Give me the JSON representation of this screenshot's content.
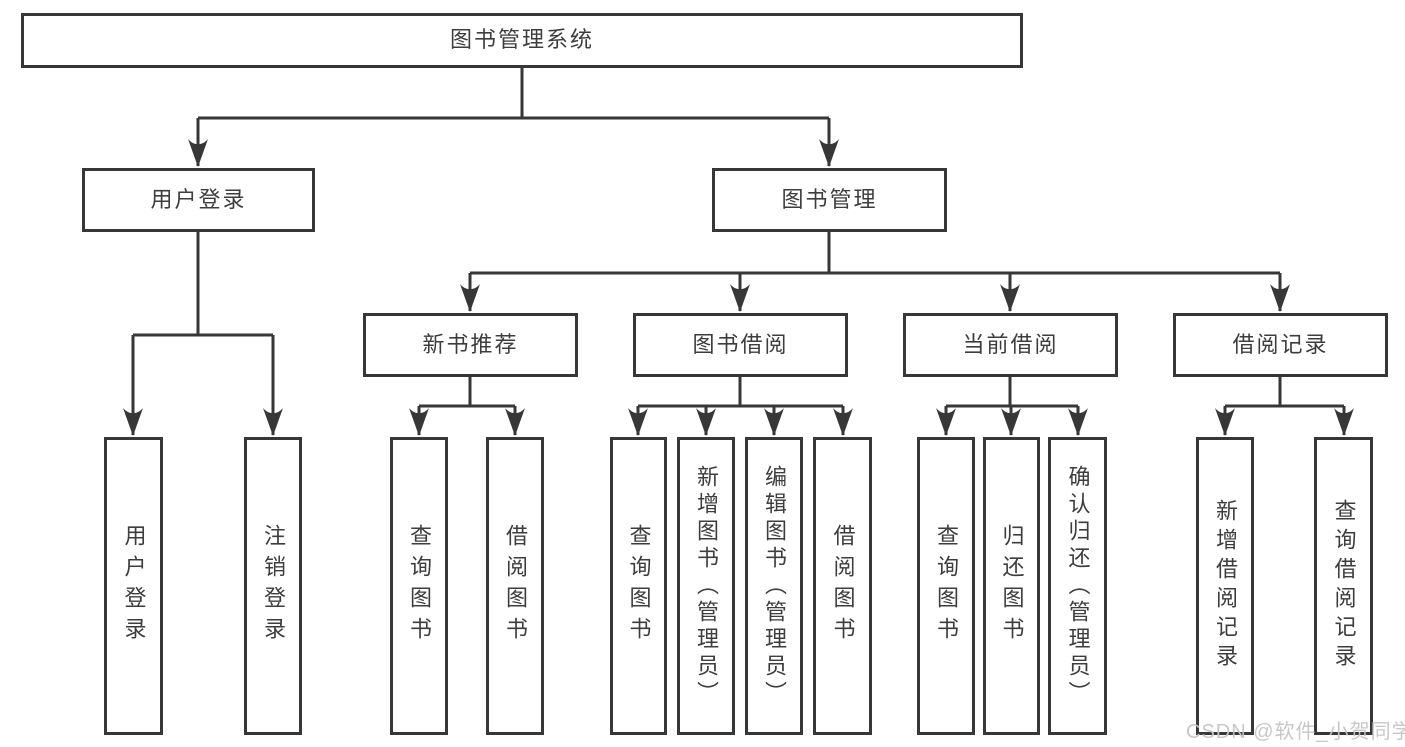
{
  "title": "图书管理系统",
  "watermark": "CSDN @软件_小贺同学",
  "colors": {
    "line": "#373737",
    "box_border": "#373737",
    "text": "#3d3d3d",
    "background": "#ffffff",
    "watermark": "#c5c5c5"
  },
  "nodes": {
    "root": {
      "label": "图书管理系统",
      "level": 1
    },
    "user_login": {
      "label": "用户登录",
      "level": 2
    },
    "book_mgmt": {
      "label": "图书管理",
      "level": 2
    },
    "new_book_rec": {
      "label": "新书推荐",
      "level": 3
    },
    "book_borrow": {
      "label": "图书借阅",
      "level": 3
    },
    "current_borrow": {
      "label": "当前借阅",
      "level": 3
    },
    "borrow_record": {
      "label": "借阅记录",
      "level": 3
    },
    "leaf_user_login": {
      "label": "用户登录",
      "level": 4
    },
    "leaf_logout": {
      "label": "注销登录",
      "level": 4
    },
    "leaf_nb_query": {
      "label": "查询图书",
      "level": 4
    },
    "leaf_nb_borrow": {
      "label": "借阅图书",
      "level": 4
    },
    "leaf_bb_query": {
      "label": "查询图书",
      "level": 4
    },
    "leaf_bb_add": {
      "label": "新增图书（管理员）",
      "level": 4
    },
    "leaf_bb_edit": {
      "label": "编辑图书（管理员）",
      "level": 4
    },
    "leaf_bb_borrow": {
      "label": "借阅图书",
      "level": 4
    },
    "leaf_cb_query": {
      "label": "查询图书",
      "level": 4
    },
    "leaf_cb_return": {
      "label": "归还图书",
      "level": 4
    },
    "leaf_cb_confirm": {
      "label": "确认归还（管理员）",
      "level": 4
    },
    "leaf_br_add": {
      "label": "新增借阅记录",
      "level": 4
    },
    "leaf_br_query": {
      "label": "查询借阅记录",
      "level": 4
    }
  },
  "tree": {
    "label": "图书管理系统",
    "children": [
      {
        "label": "用户登录",
        "children": [
          {
            "label": "用户登录"
          },
          {
            "label": "注销登录"
          }
        ]
      },
      {
        "label": "图书管理",
        "children": [
          {
            "label": "新书推荐",
            "children": [
              {
                "label": "查询图书"
              },
              {
                "label": "借阅图书"
              }
            ]
          },
          {
            "label": "图书借阅",
            "children": [
              {
                "label": "查询图书"
              },
              {
                "label": "新增图书（管理员）"
              },
              {
                "label": "编辑图书（管理员）"
              },
              {
                "label": "借阅图书"
              }
            ]
          },
          {
            "label": "当前借阅",
            "children": [
              {
                "label": "查询图书"
              },
              {
                "label": "归还图书"
              },
              {
                "label": "确认归还（管理员）"
              }
            ]
          },
          {
            "label": "借阅记录",
            "children": [
              {
                "label": "新增借阅记录"
              },
              {
                "label": "查询借阅记录"
              }
            ]
          }
        ]
      }
    ]
  }
}
